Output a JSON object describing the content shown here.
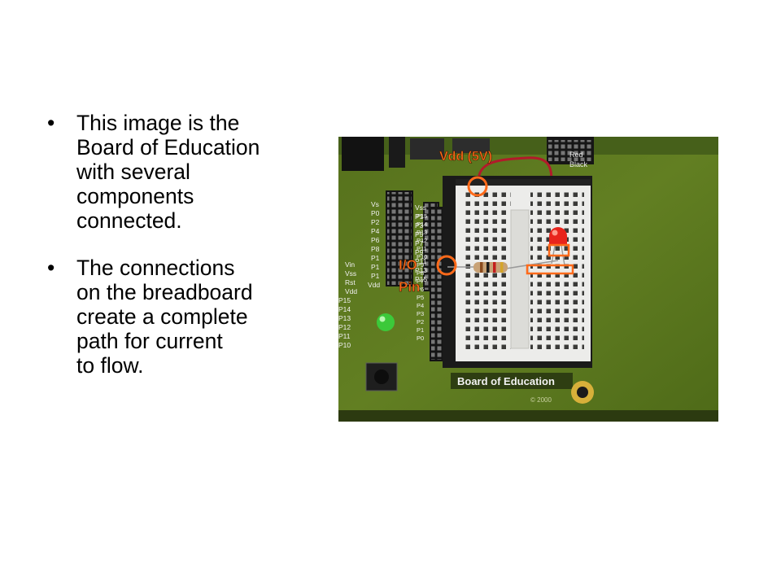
{
  "bullets": [
    {
      "marker": "•",
      "lines": [
        "This image is the",
        "Board of Education",
        "with several",
        "components",
        "connected."
      ]
    },
    {
      "marker": "•",
      "lines": [
        "The connections",
        "on the breadboard",
        "create a complete",
        "path for current",
        "to flow."
      ]
    }
  ],
  "photo": {
    "callouts": {
      "vdd": "Vdd (5V)",
      "io_line1": "I/O",
      "io_line2": "Pin"
    },
    "board_label": "Board of Education",
    "board_copyright": "© 2000",
    "header_labels": [
      "Vss",
      "P1",
      "P3",
      "P5",
      "P7",
      "P9",
      "P11",
      "P13",
      "P15"
    ],
    "header_labels_left": [
      "Vs",
      "P0",
      "P2",
      "P4",
      "P6",
      "P8",
      "P1",
      "P1",
      "P1",
      "Vdd"
    ],
    "side_labels": [
      "Vin",
      "Vss",
      "Rst",
      "Vdd",
      "P15",
      "P14",
      "P13",
      "P12",
      "P11",
      "P10"
    ],
    "breadboard_labels": [
      "P15",
      "P14",
      "P13",
      "P12",
      "P11",
      "P10",
      "P9",
      "P8",
      "P7",
      "P6",
      "P5",
      "P4",
      "P3",
      "P2",
      "P1",
      "P0"
    ],
    "corner_labels": [
      "Red",
      "Black"
    ],
    "colors": {
      "pcb": "#5f7a1e",
      "breadboard": "#ececea",
      "callout": "#ff6a1a",
      "header": "#1b1b1b",
      "wire": "#b21a2a",
      "led": "#e8241c"
    }
  }
}
